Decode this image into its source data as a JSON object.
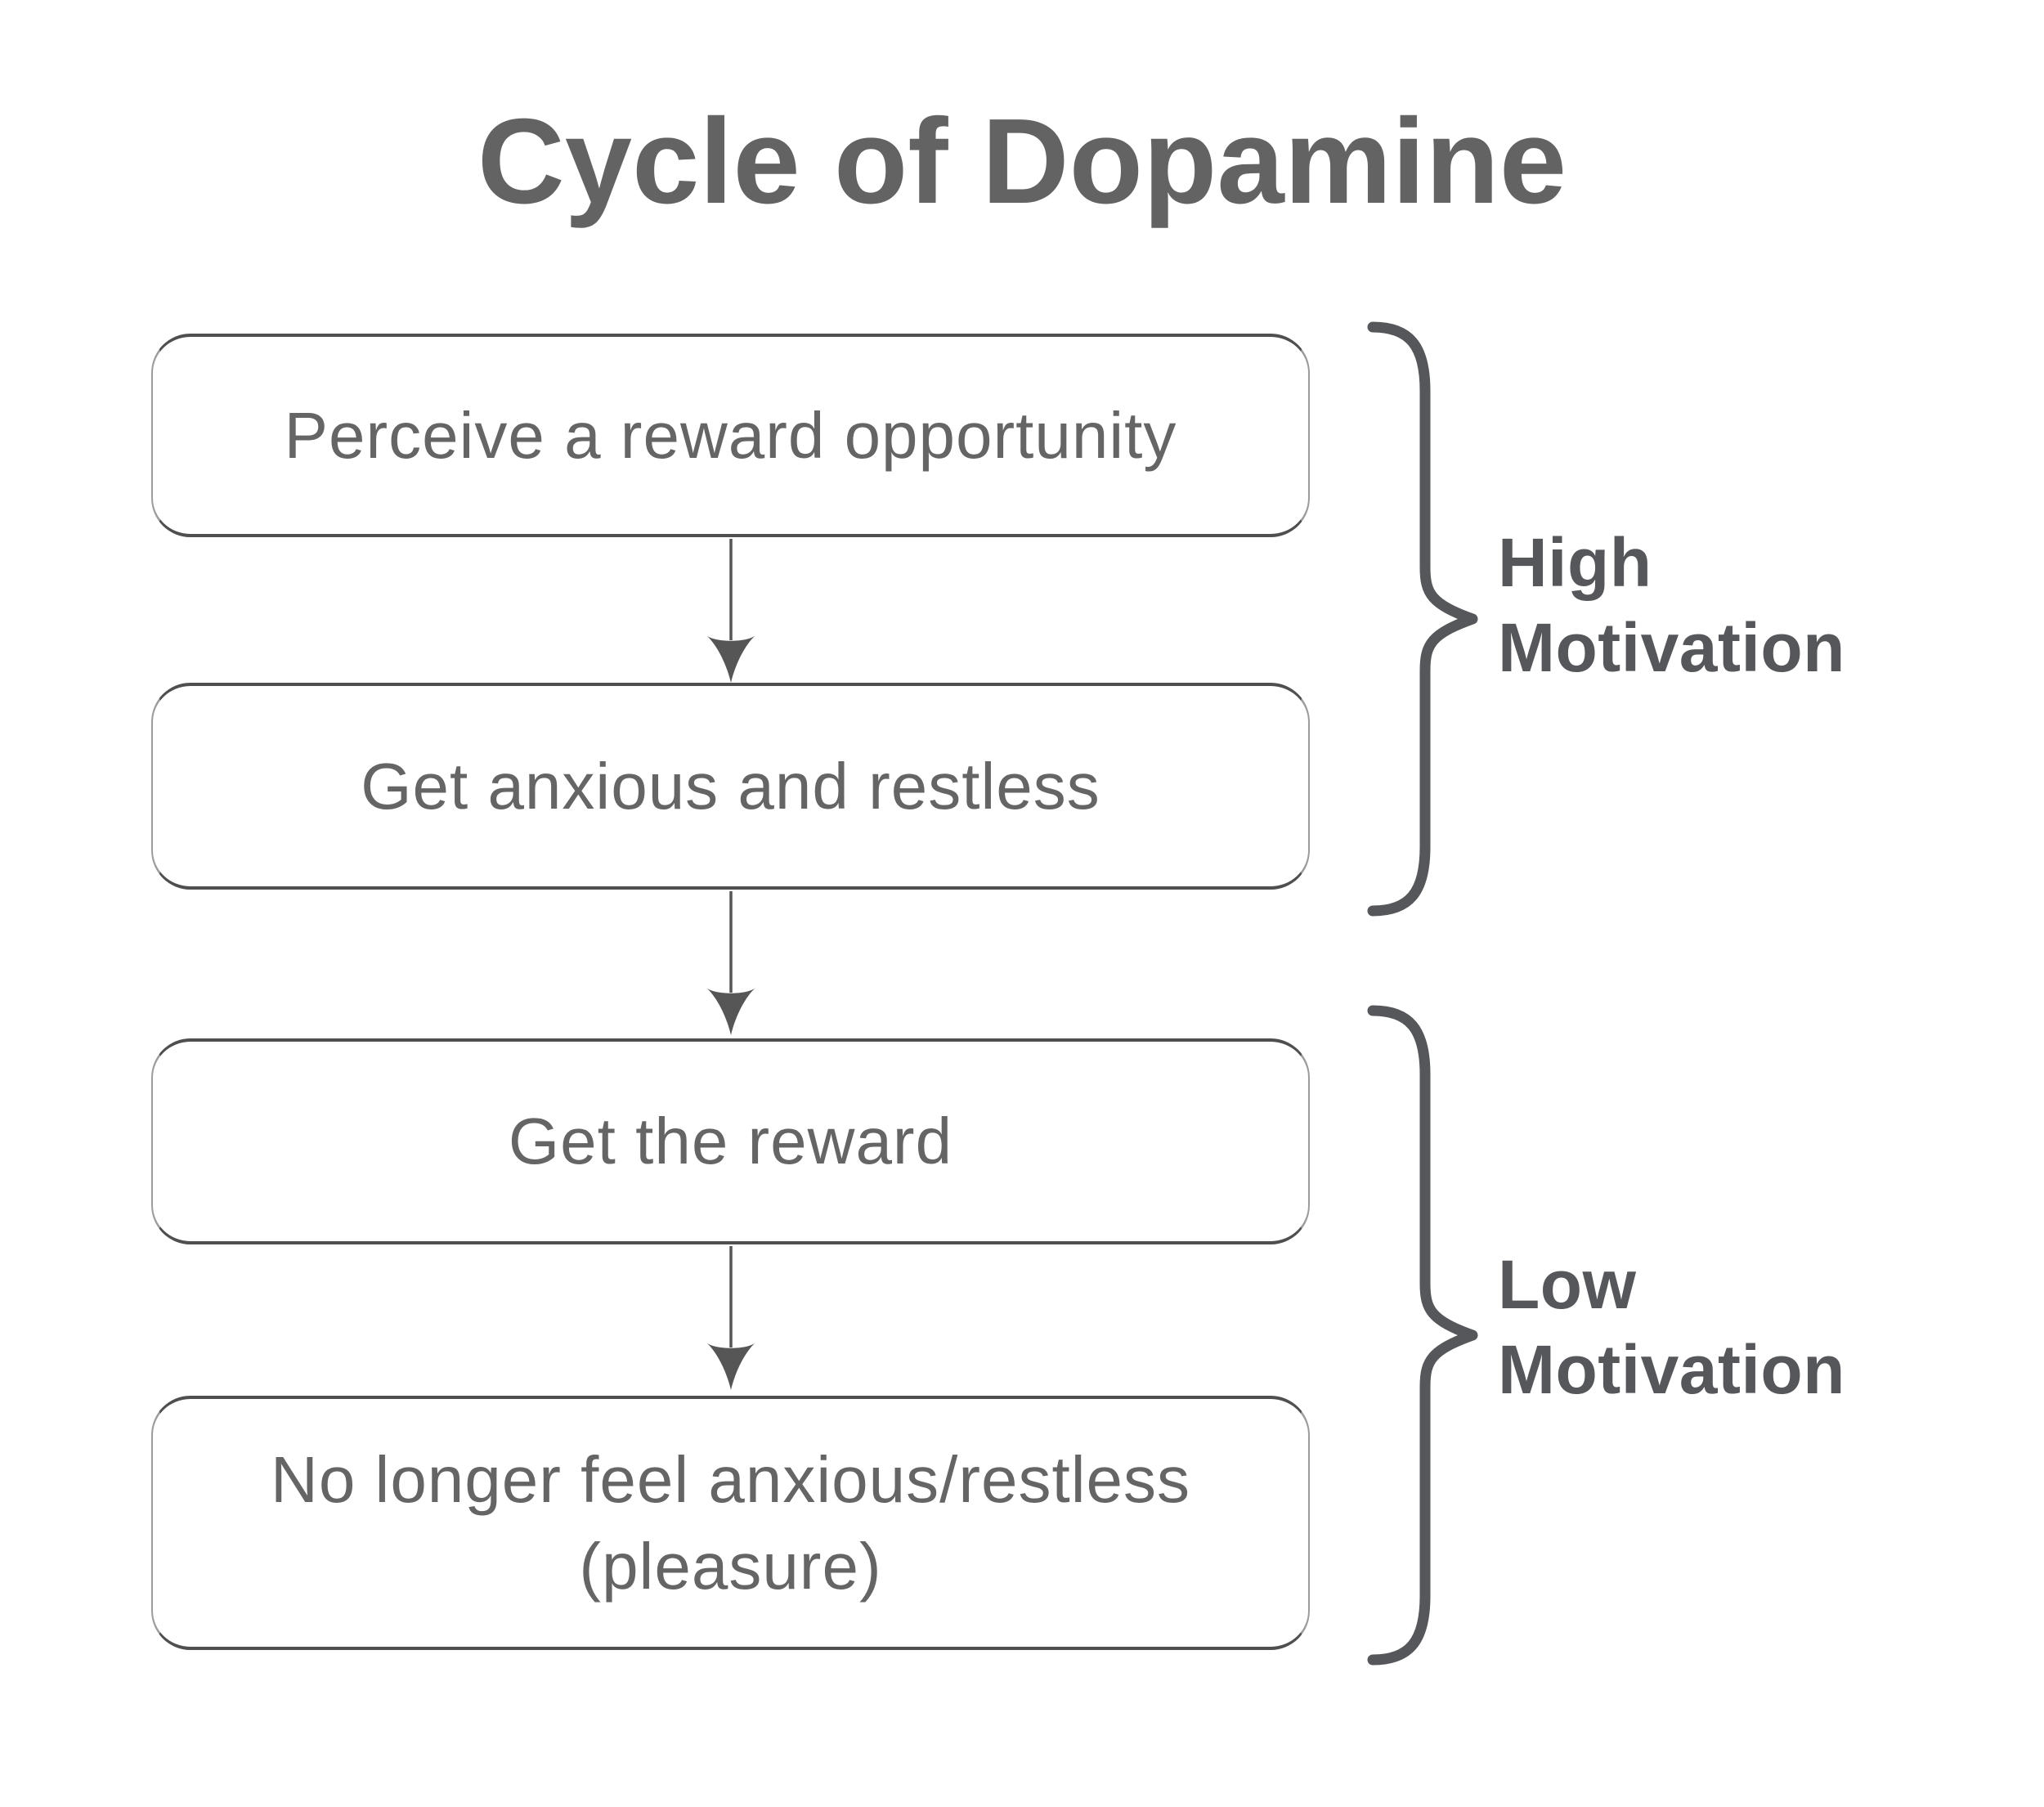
{
  "title": "Cycle of Dopamine",
  "flow": {
    "boxes": [
      {
        "label": "Perceive a reward opportunity"
      },
      {
        "label": "Get anxious and restless"
      },
      {
        "label": "Get the reward"
      },
      {
        "label": "No longer feel anxious/restless\n(pleasure)"
      }
    ]
  },
  "groups": [
    {
      "label": "High\nMotivation"
    },
    {
      "label": "Low\nMotivation"
    }
  ],
  "colors": {
    "background": "#ffffff",
    "title_text": "#636363",
    "box_text": "#656565",
    "box_border": "#4f4f4f",
    "diagram_gray": "#55575a"
  }
}
